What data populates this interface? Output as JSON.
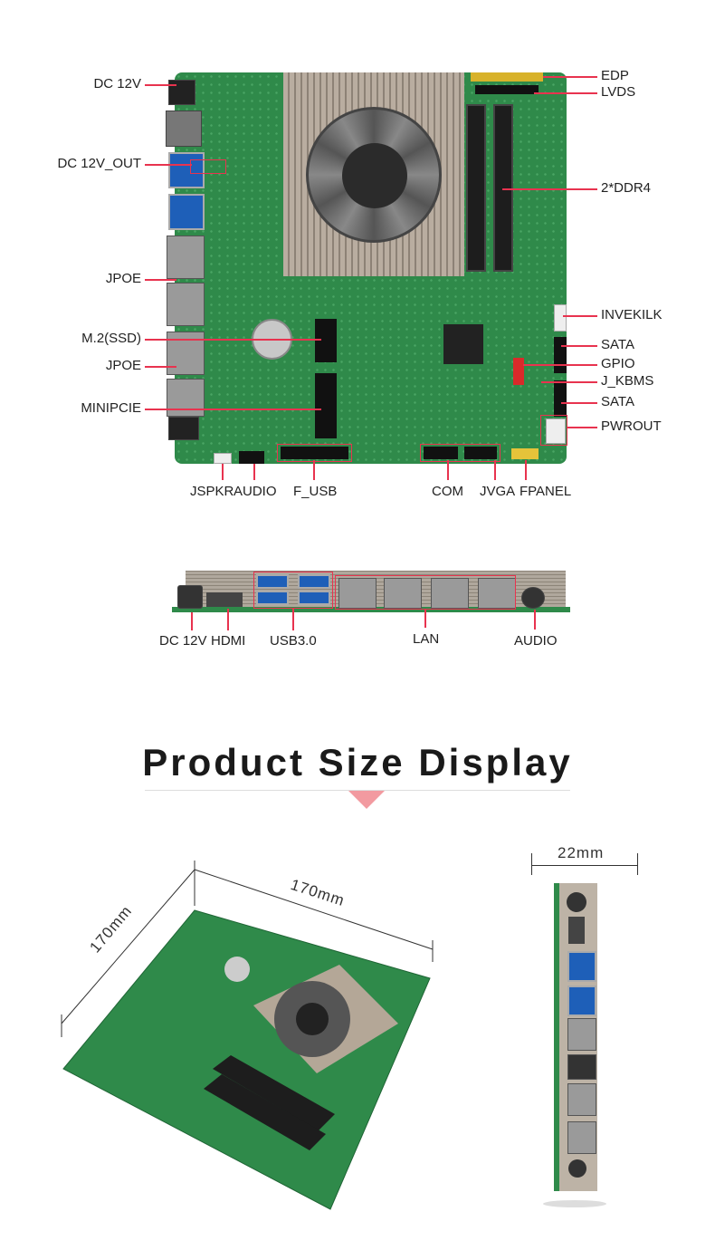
{
  "top_view": {
    "left_labels": [
      "DC 12V",
      "DC 12V_OUT",
      "JPOE",
      "M.2(SSD)",
      "JPOE",
      "MINIPCIE"
    ],
    "right_labels": [
      "EDP",
      "LVDS",
      "2*DDR4",
      "INVEKILK",
      "SATA",
      "GPIO",
      "J_KBMS",
      "SATA",
      "PWROUT"
    ],
    "bottom_labels": [
      "JSPKR",
      "AUDIO",
      "F_USB",
      "COM",
      "JVGA",
      "FPANEL"
    ]
  },
  "rear_io": {
    "labels": [
      "DC 12V",
      "HDMI",
      "USB3.0",
      "LAN",
      "AUDIO"
    ]
  },
  "size_section": {
    "title": "Product Size Display",
    "length": "170mm",
    "width": "170mm",
    "height": "22mm"
  },
  "colors": {
    "accent": "#e8334f",
    "pcb": "#2f8a4a",
    "triangle": "#f29aa0"
  }
}
